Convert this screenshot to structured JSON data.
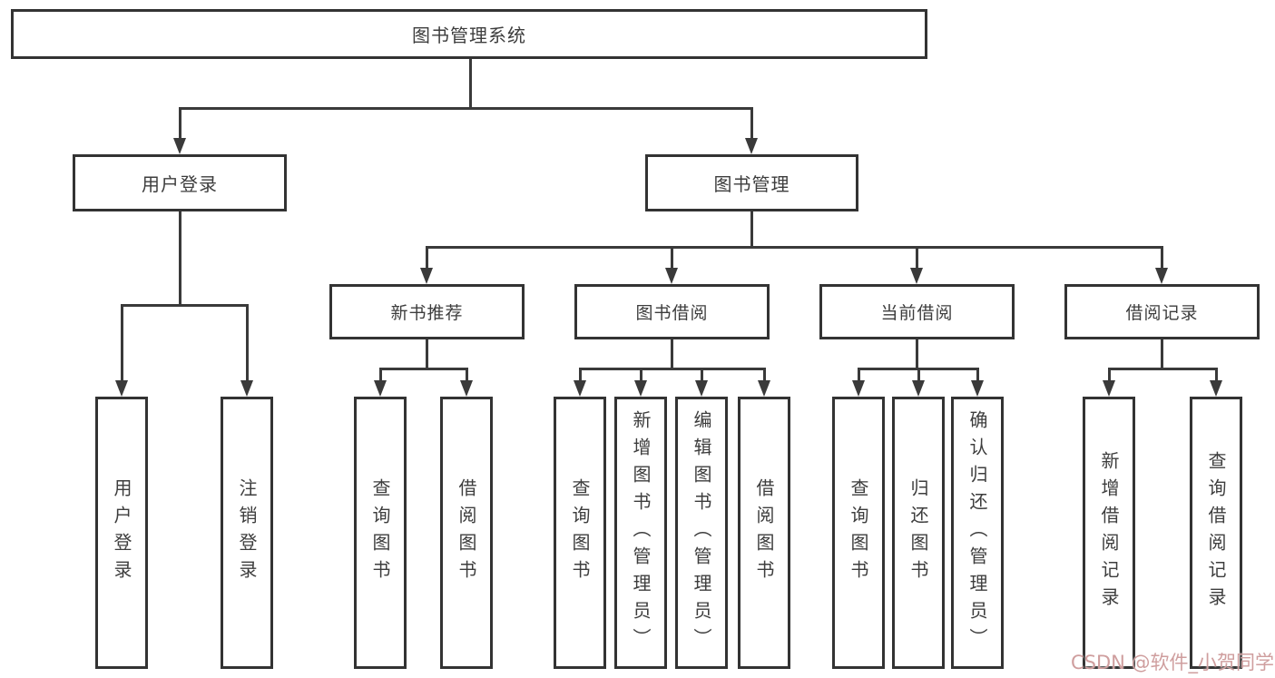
{
  "tree": {
    "root": {
      "label": "图书管理系统",
      "children": [
        {
          "label": "用户登录",
          "children": [
            {
              "label": "用户登录"
            },
            {
              "label": "注销登录"
            }
          ]
        },
        {
          "label": "图书管理",
          "children": [
            {
              "label": "新书推荐",
              "children": [
                {
                  "label": "查询图书"
                },
                {
                  "label": "借阅图书"
                }
              ]
            },
            {
              "label": "图书借阅",
              "children": [
                {
                  "label": "查询图书"
                },
                {
                  "label": "新增图书（管理员）"
                },
                {
                  "label": "编辑图书（管理员）"
                },
                {
                  "label": "借阅图书"
                }
              ]
            },
            {
              "label": "当前借阅",
              "children": [
                {
                  "label": "查询图书"
                },
                {
                  "label": "归还图书"
                },
                {
                  "label": "确认归还（管理员）"
                }
              ]
            },
            {
              "label": "借阅记录",
              "children": [
                {
                  "label": "新增借阅记录"
                },
                {
                  "label": "查询借阅记录"
                }
              ]
            }
          ]
        }
      ]
    }
  },
  "watermark": {
    "text": "CSDN @软件_小贺同学",
    "color": "#cf9e9e"
  },
  "colors": {
    "background": "#ffffff",
    "line": "#3a3a3a",
    "border": "#333333",
    "text": "#3d3d3d"
  }
}
